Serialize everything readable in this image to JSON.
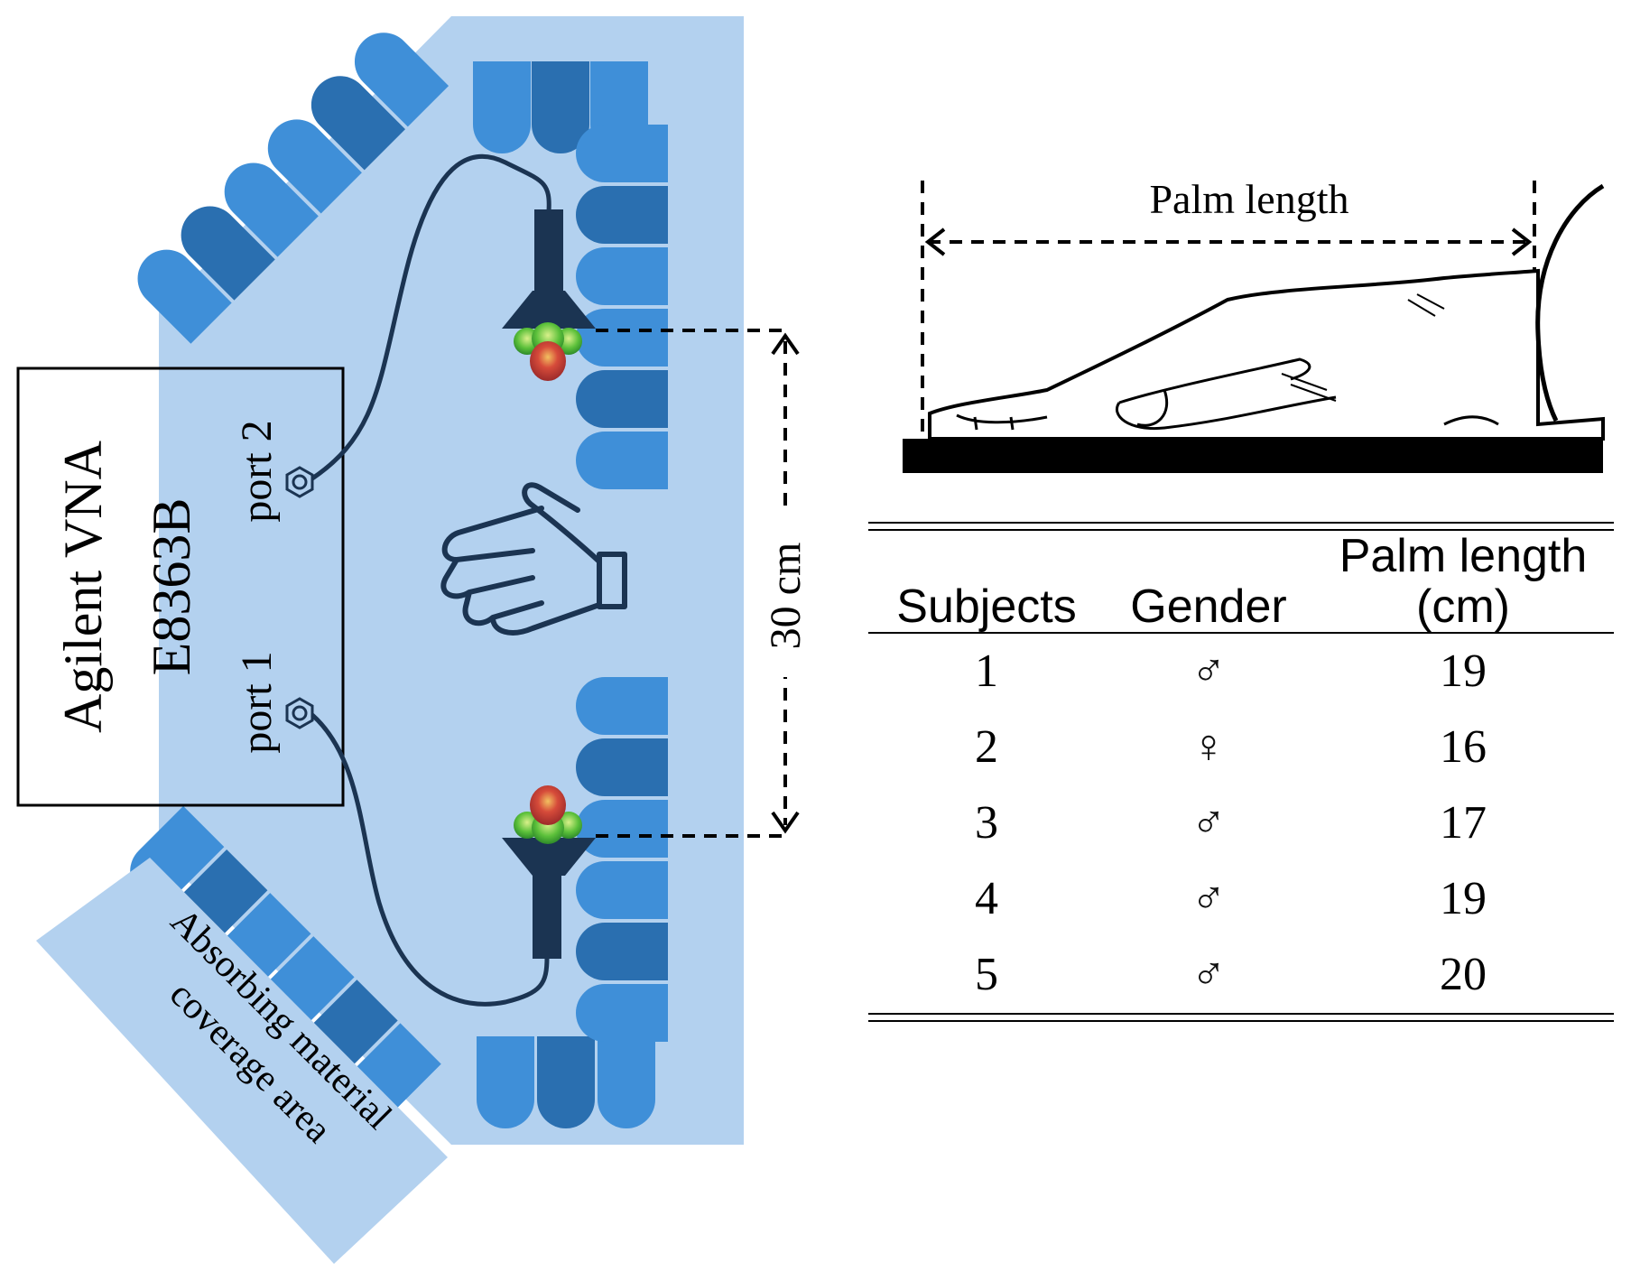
{
  "setup": {
    "vna_line1": "Agilent VNA",
    "vna_line2": "E8363B",
    "port1": "port 1",
    "port2": "port 2",
    "distance": "30 cm",
    "absorber_line1": "Absorbing material",
    "absorber_line2": "coverage area"
  },
  "palm_figure": {
    "label": "Palm length"
  },
  "table": {
    "headers": [
      "Subjects",
      "Gender",
      "Palm length\n(cm)"
    ],
    "header_palm_line1": "Palm length",
    "header_palm_line2": "(cm)",
    "rows": [
      {
        "subject": "1",
        "gender": "♂",
        "palm": "19"
      },
      {
        "subject": "2",
        "gender": "♀",
        "palm": "16"
      },
      {
        "subject": "3",
        "gender": "♂",
        "palm": "17"
      },
      {
        "subject": "4",
        "gender": "♂",
        "palm": "19"
      },
      {
        "subject": "5",
        "gender": "♂",
        "palm": "20"
      }
    ]
  },
  "colors": {
    "coverage": "#b3d1ef",
    "absorber_light": "#3f8fd8",
    "absorber_dark": "#2a6fb0",
    "navy": "#1b3452"
  }
}
